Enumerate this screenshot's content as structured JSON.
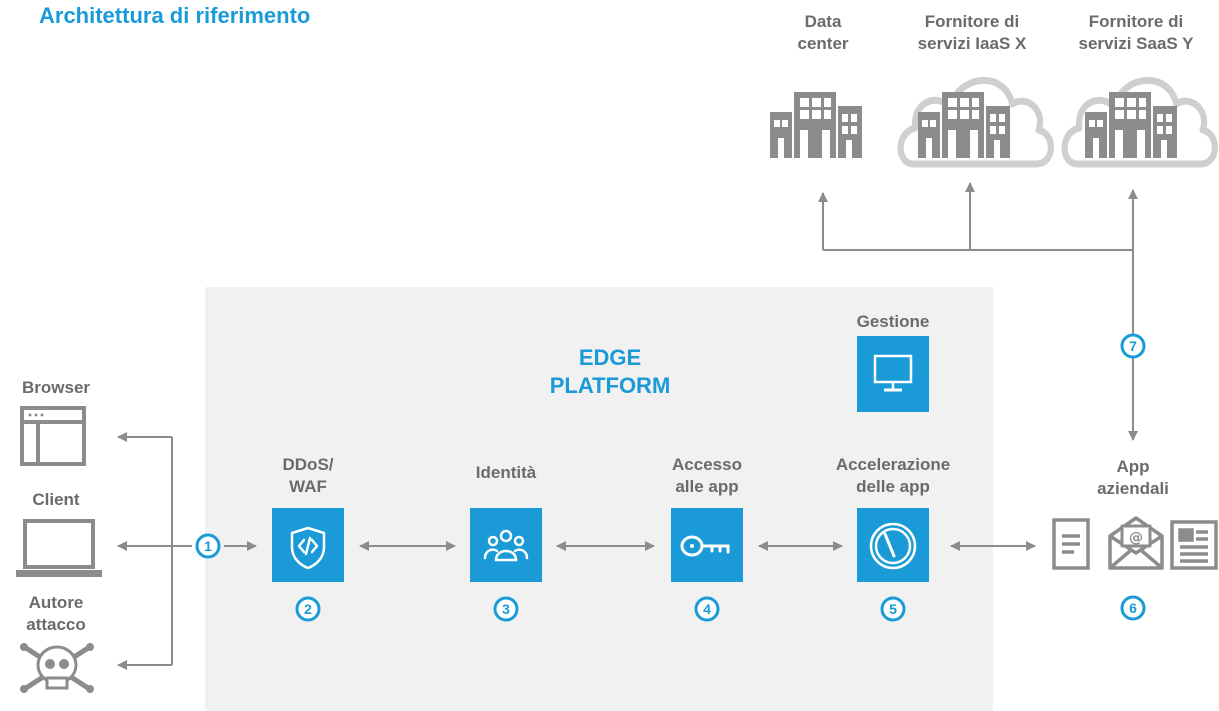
{
  "title": "Architettura di riferimento",
  "platform": {
    "line1": "EDGE",
    "line2": "PLATFORM"
  },
  "destinations": {
    "datacenter": {
      "line1": "Data",
      "line2": "center"
    },
    "iaas": {
      "line1": "Fornitore di",
      "line2": "servizi IaaS X"
    },
    "saas": {
      "line1": "Fornitore di",
      "line2": "servizi SaaS Y"
    }
  },
  "sources": {
    "browser": "Browser",
    "client": "Client",
    "attacker": {
      "line1": "Autore",
      "line2": "attacco"
    }
  },
  "services": {
    "ddos": {
      "line1": "DDoS/",
      "line2": "WAF",
      "badge": "2"
    },
    "identity": {
      "line1": "Identità",
      "badge": "3"
    },
    "access": {
      "line1": "Accesso",
      "line2": "alle app",
      "badge": "4"
    },
    "acceleration": {
      "line1": "Accelerazione",
      "line2": "delle app",
      "badge": "5"
    },
    "management": "Gestione"
  },
  "enterprise": {
    "line1": "App",
    "line2": "aziendali",
    "badge": "6"
  },
  "badges": {
    "entry": "1",
    "cloud_link": "7"
  },
  "colors": {
    "accent": "#1a9bd7",
    "gray": "#8c8c8c",
    "panel": "#f1f1f2",
    "text": "#6b6b6b"
  },
  "icons": [
    "browser-window-icon",
    "laptop-icon",
    "skull-crossbones-icon",
    "code-shield-icon",
    "people-group-icon",
    "key-icon",
    "speedometer-icon",
    "monitor-icon",
    "document-icon",
    "email-envelope-icon",
    "newspaper-icon",
    "office-building-icon",
    "cloud-icon"
  ]
}
